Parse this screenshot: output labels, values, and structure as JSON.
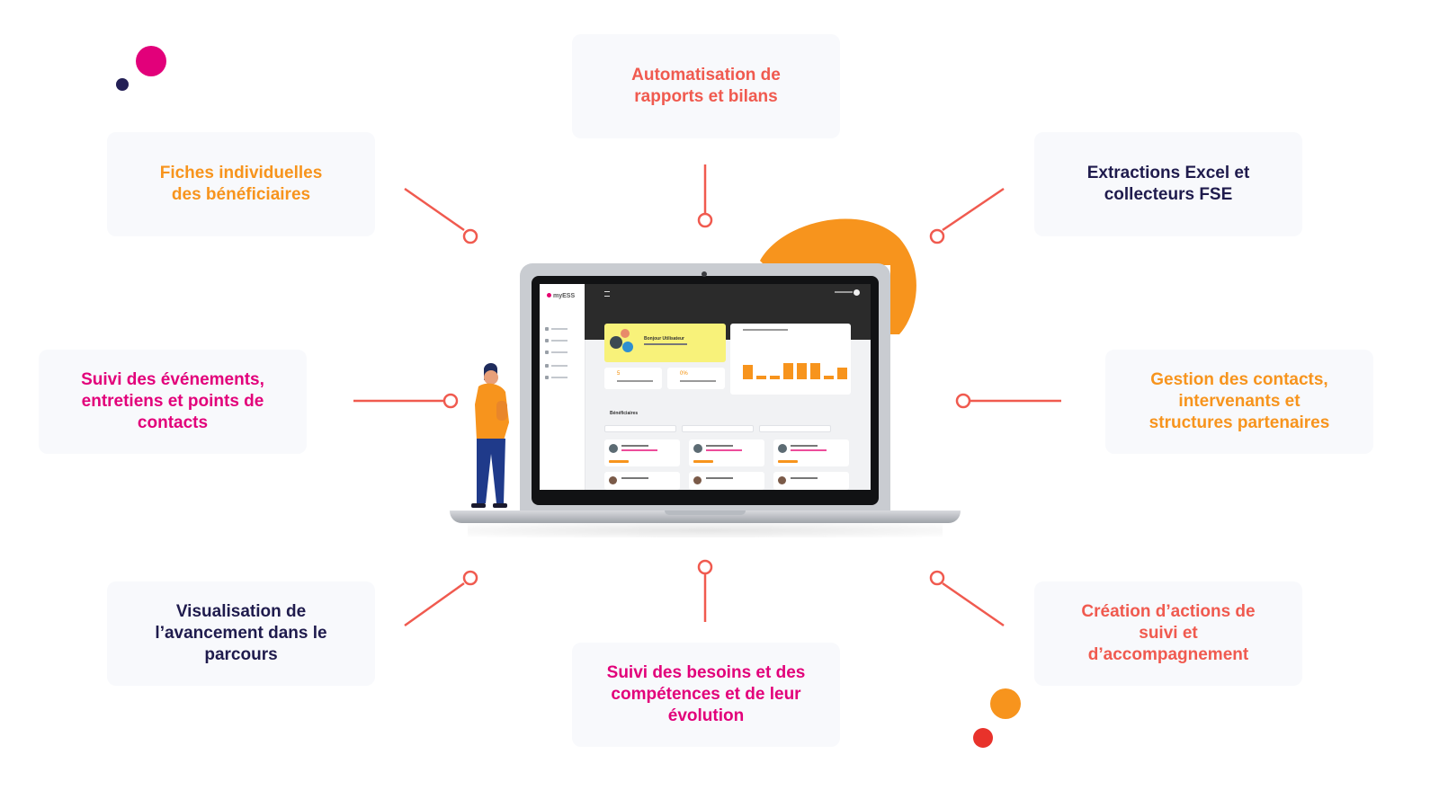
{
  "features": {
    "automatisation": "Automatisation de\nrapports et bilans",
    "fiches": "Fiches individuelles\ndes bénéficiaires",
    "extractions": "Extractions Excel et\ncollecteurs FSE",
    "suivi_evenements": "Suivi des événements,\nentretiens  et points de\ncontacts",
    "gestion_contacts": "Gestion des contacts,\nintervenants et\nstructures partenaires",
    "visualisation": "Visualisation de\nl’avancement dans le\nparcours",
    "suivi_besoins": "Suivi des besoins et des\ncompétences et de leur\névolution",
    "creation_actions": "Création d’actions de\nsuivi et\nd’accompagnement"
  },
  "colors": {
    "orange": "#f7941d",
    "coral": "#f05a4f",
    "magenta": "#e2007a",
    "navy": "#1f1b4d",
    "card_bg": "#f8f9fc",
    "connector": "#f05a4f"
  },
  "app": {
    "logo": "myESS",
    "greeting": "Bonjour Utilisateur",
    "stat_1": "5",
    "stat_2": "0%",
    "section": "Bénéficiaires",
    "chart_bars": [
      0.55,
      0.12,
      0.12,
      0.6,
      0.6,
      0.6,
      0.12,
      0.42
    ]
  }
}
